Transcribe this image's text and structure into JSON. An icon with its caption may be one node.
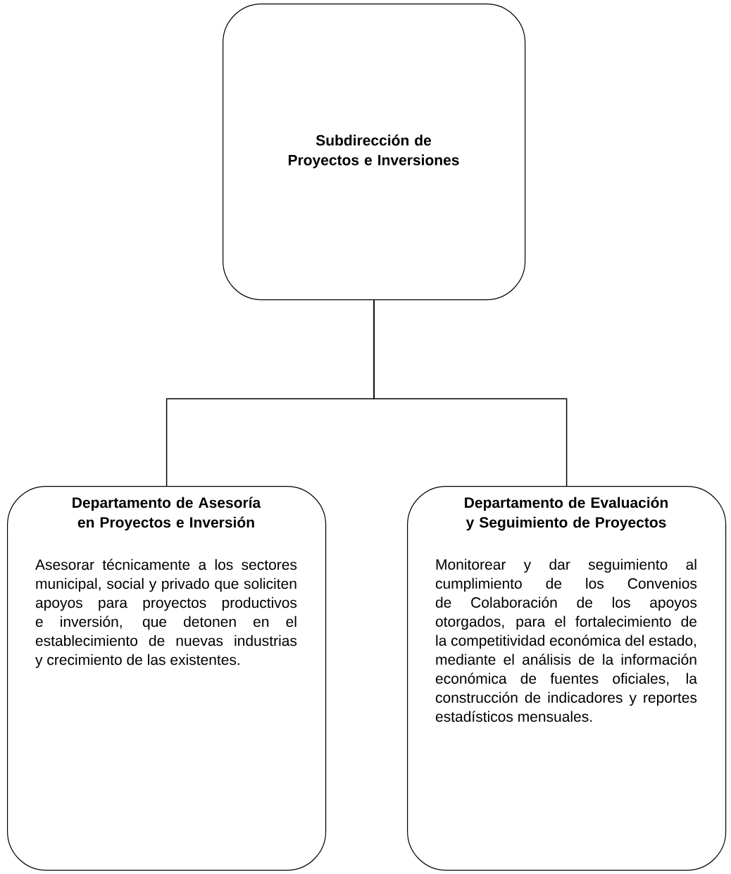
{
  "diagram": {
    "nodes": [
      {
        "text": [
          "Subdirección de Proyectos e Inversiones"
        ]
      },
      {
        "text": [
          "Departamento de Asesoría en Proyectos e Inversión",
          "Asesorar técnicamente a los sectores municipal, social y privado que soliciten apoyos para proyectos productivos e inversión, que detonen en el establecimiento de nuevas industrias y crecimiento de las existentes."
        ]
      },
      {
        "text": [
          "Departamento de Evaluación y Seguimiento de Proyectos",
          "Monitorear y dar seguimiento al cumplimiento de los Convenios de Colaboración de los apoyos otorgados, para el fortalecimiento de la competitividad económica del estado, mediante el análisis de la información económica de fuentes oficiales, la construcción de indicadores y reportes estadísticos mensuales."
        ]
      }
    ],
    "edges": [
      {
        "from": 0,
        "to": 1,
        "arrow": "none"
      },
      {
        "from": 0,
        "to": 2,
        "arrow": "none"
      }
    ]
  }
}
